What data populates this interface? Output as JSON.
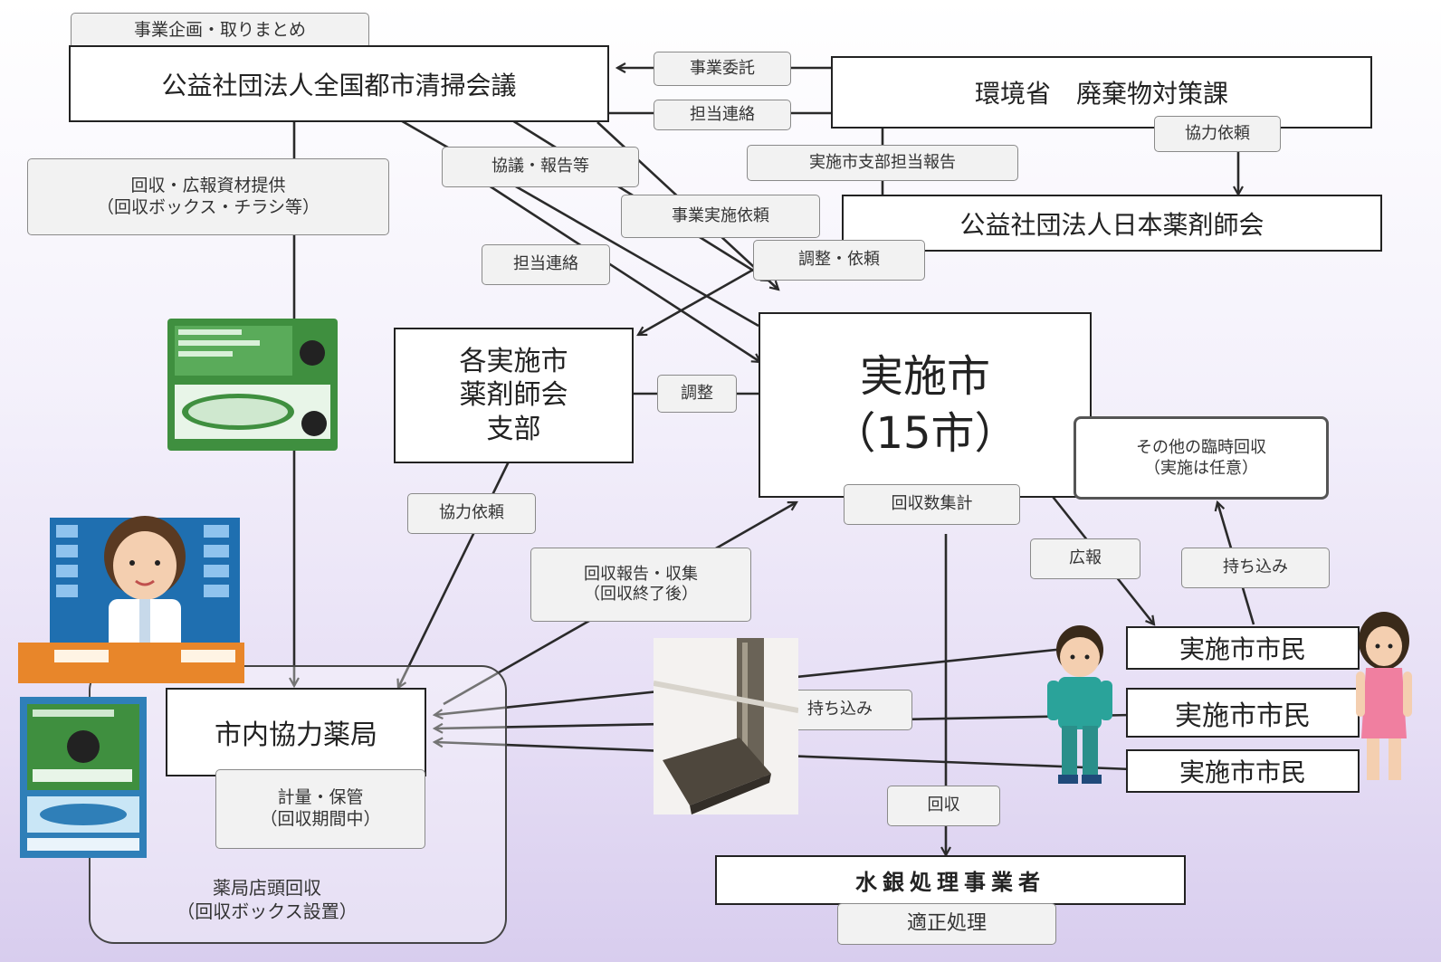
{
  "labels": {
    "planning_tag": "事業企画・取りまとめ",
    "national_assoc": "公益社団法人全国都市清掃会議",
    "ministry": "環境省　廃棄物対策課",
    "pharma_assoc": "公益社団法人日本薬剤師会",
    "branch": "各実施市\n薬剤師会\n支部",
    "city": "実施市\n（15市）",
    "other_collection": "その他の臨時回収\n（実施は任意）",
    "pharmacy": "市内協力薬局",
    "store_collection": "薬局店頭回収\n（回収ボックス設置）",
    "disposal": "水銀処理事業者",
    "proper_treatment": "適正処理",
    "citizen_1": "実施市市民",
    "citizen_2": "実施市市民",
    "citizen_3": "実施市市民"
  },
  "tags": {
    "business_consign": "事業委託",
    "contact_liaison": "担当連絡",
    "coop_request_1": "協力依頼",
    "branch_report": "実施市支部担当報告",
    "consult_report": "協議・報告等",
    "materials": "回収・広報資材提供\n（回収ボックス・チラシ等）",
    "implementation_request": "事業実施依頼",
    "contact_liaison_2": "担当連絡",
    "adjust_request": "調整・依頼",
    "adjust": "調整",
    "coop_request_2": "協力依頼",
    "collection_report": "回収報告・収集\n（回収終了後）",
    "collection_total": "回収数集計",
    "publicity": "広報",
    "bring_in_1": "持ち込み",
    "bring_in_2": "持ち込み",
    "weigh_store": "計量・保管\n（回収期間中）",
    "collect": "回収"
  },
  "icons": [
    "pharmacist-icon",
    "collection-box-icon",
    "flyer-icon",
    "thermometer-icon",
    "boy-icon",
    "girl-icon"
  ],
  "colors": {
    "line": "#2a2a2a",
    "box_border": "#222222",
    "tag_fill": "#f2f2f2",
    "flyer_green": "#3f8f3f"
  }
}
